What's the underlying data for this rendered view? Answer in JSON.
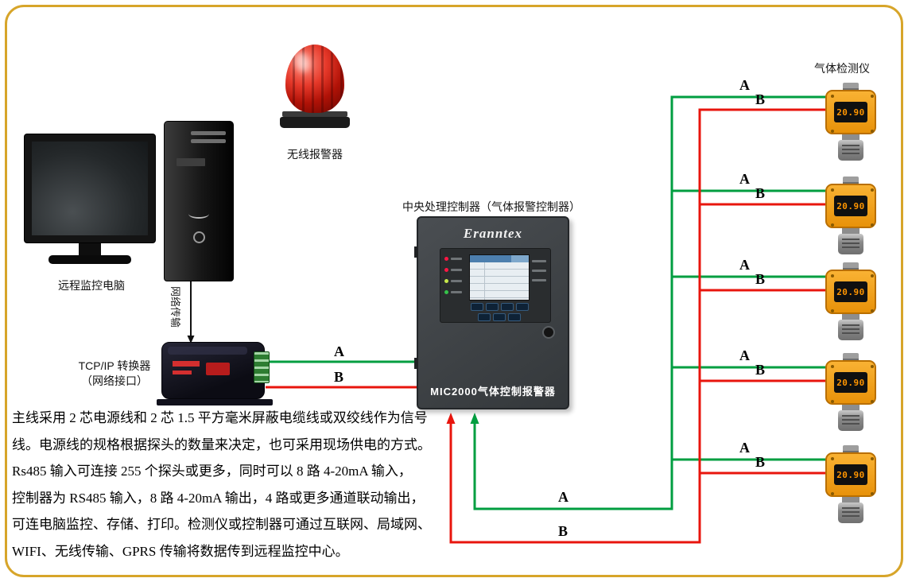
{
  "labels": {
    "remote_pc": "远程监控电脑",
    "wireless_alarm": "无线报警器",
    "network_transfer": "网络传输",
    "tcpip_converter_line1": "TCP/IP 转换器",
    "tcpip_converter_line2": "（网络接口）",
    "controller_title": "中央处理控制器（气体报警控制器）",
    "gas_detector_title": "气体检测仪",
    "wire_a": "A",
    "wire_b": "B"
  },
  "controller": {
    "brand": "Eranntex",
    "model": "MIC2000气体控制报警器"
  },
  "detector": {
    "reading": "20.90"
  },
  "description_lines": [
    "主线采用 2 芯电源线和 2 芯 1.5 平方毫米屏蔽电缆线或双绞线作为信号",
    "线。电源线的规格根据探头的数量来决定，也可采用现场供电的方式。",
    "Rs485 输入可连接 255 个探头或更多，同时可以 8 路 4-20mA 输入，",
    "控制器为 RS485 输入，8 路 4-20mA 输出，4 路或更多通道联动输出，",
    "可连电脑监控、存储、打印。检测仪或控制器可通过互联网、局域网、",
    "WIFI、无线传输、GPRS 传输将数据传到远程监控中心。"
  ],
  "colors": {
    "frame": "#d7a52a",
    "wire_a": "#009e40",
    "wire_b": "#e8150d",
    "network_cable": "#111111"
  }
}
